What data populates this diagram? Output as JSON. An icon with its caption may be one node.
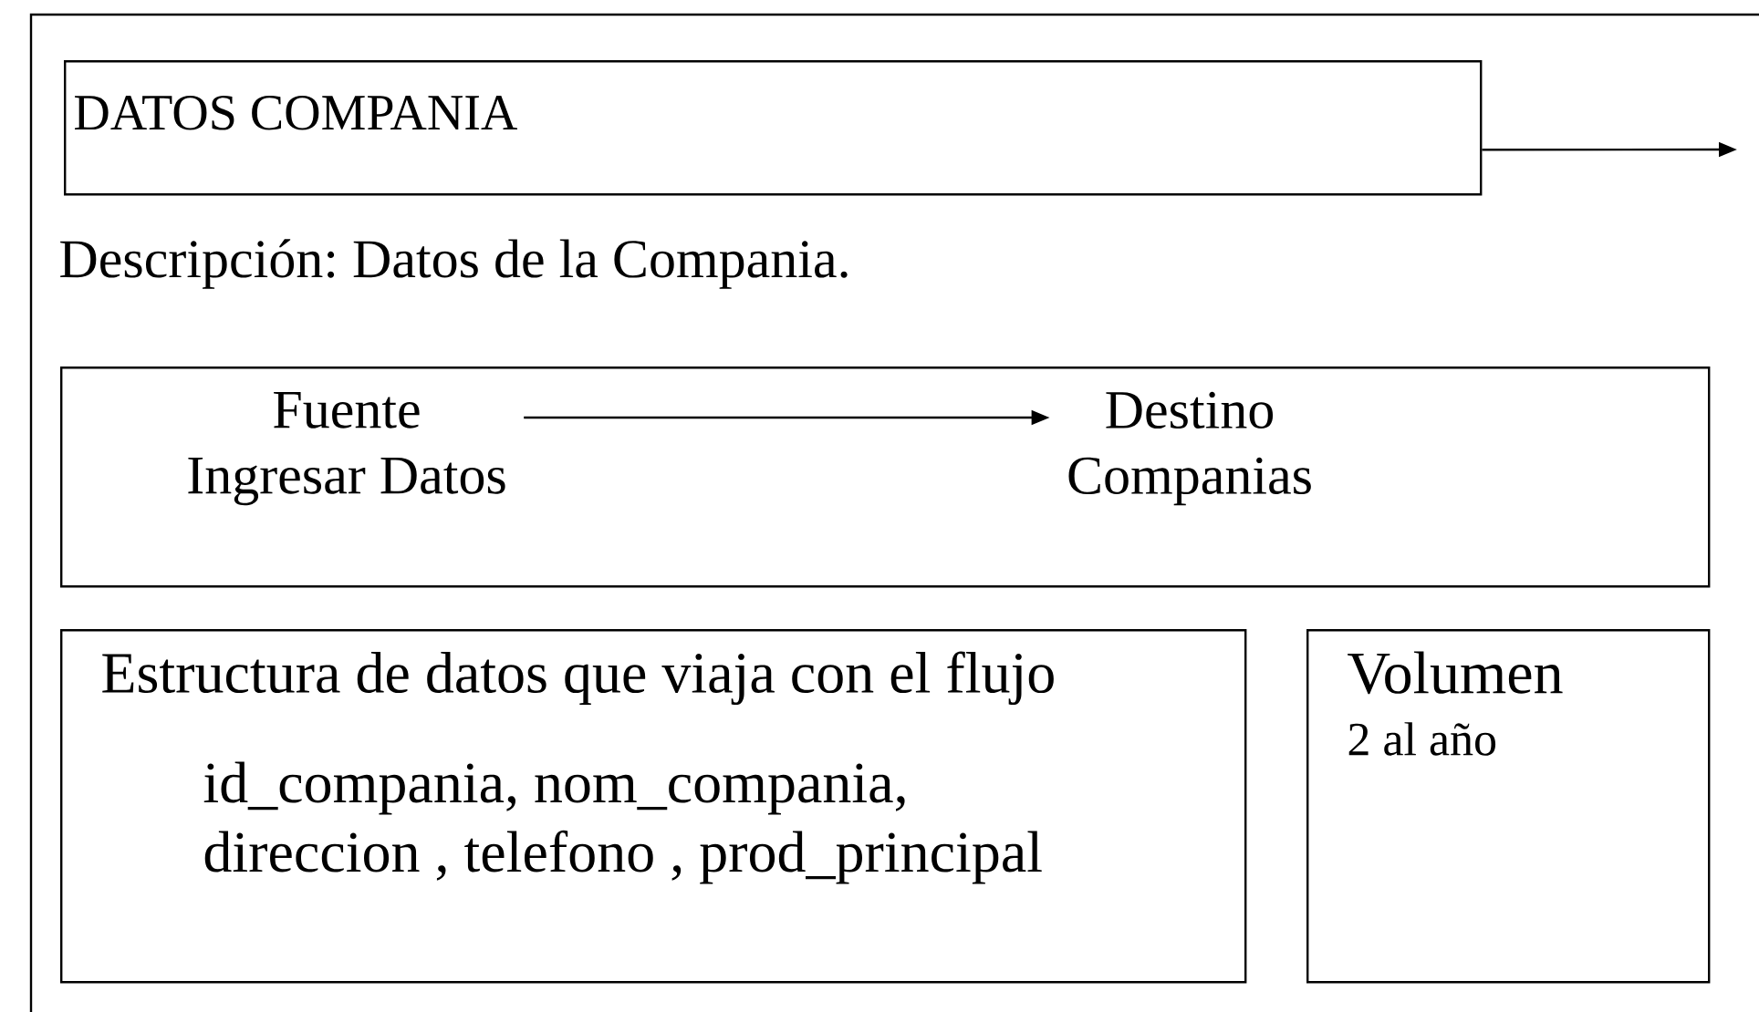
{
  "diagram": {
    "nodes": [
      {
        "text": [
          "DATOS COMPANIA"
        ]
      },
      {
        "text": [],
        "shape": "box"
      },
      {
        "text": [
          "Fuente",
          "Ingresar Datos"
        ],
        "in": 1
      },
      {
        "text": [
          "Destino",
          "Companias"
        ],
        "in": 1
      },
      {
        "text": [
          "Estructura de datos que viaja con el flujo",
          "id_compania, nom_compania, direccion , telefono , prod_principal"
        ]
      },
      {
        "text": [
          "Volumen",
          "2 al año"
        ]
      }
    ],
    "edges": [
      {
        "from": 0,
        "to": null,
        "arrow": "to"
      },
      {
        "from": 2,
        "to": 3,
        "arrow": "to"
      }
    ],
    "labels": [
      "Descripción: Datos de la Compania."
    ]
  }
}
